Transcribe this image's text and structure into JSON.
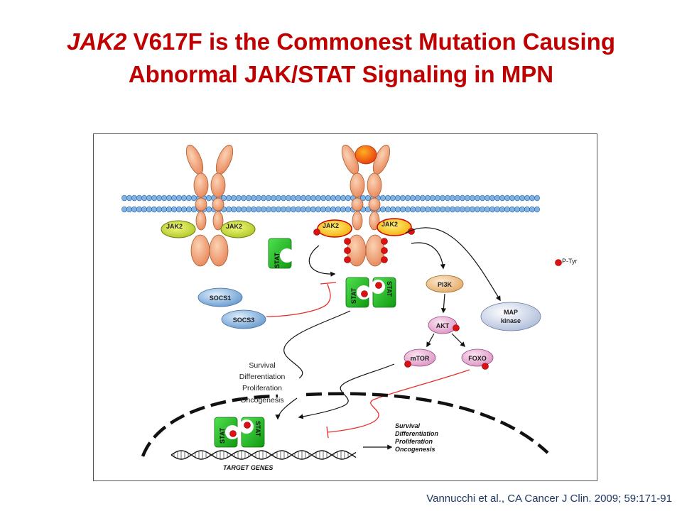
{
  "title": {
    "line1_italic": "JAK2",
    "line1_rest": " V617F is the Commonest  Mutation Causing",
    "line2": "Abnormal JAK/STAT Signaling  in MPN"
  },
  "labels": {
    "jak2": "JAK2",
    "stat": "STAT",
    "socs1": "SOCS1",
    "socs3": "SOCS3",
    "pi3k": "PI3K",
    "akt": "AKT",
    "mtor": "mTOR",
    "foxo": "FOXO",
    "map_kinase_1": "MAP",
    "map_kinase_2": "kinase",
    "ptyr": "P-Tyr",
    "target_genes": "TARGET GENES"
  },
  "outcomes_center": [
    "Survival",
    "Differentiation",
    "Proliferation",
    "Oncogenesis"
  ],
  "outcomes_right": [
    "Survival",
    "Differentiation",
    "Proliferation",
    "Oncogenesis"
  ],
  "citation": "Vannucchi et al., CA Cancer J Clin. 2009; 59:171-91",
  "colors": {
    "title": "#c00000",
    "receptor": "#f0a070",
    "membrane": "#6fa8dc",
    "jak_inactive": "#ccdd33",
    "jak_active": "#ffcc22",
    "stat": "#22bb22",
    "phospho": "#dd1111",
    "inhibition": "#e53030"
  }
}
